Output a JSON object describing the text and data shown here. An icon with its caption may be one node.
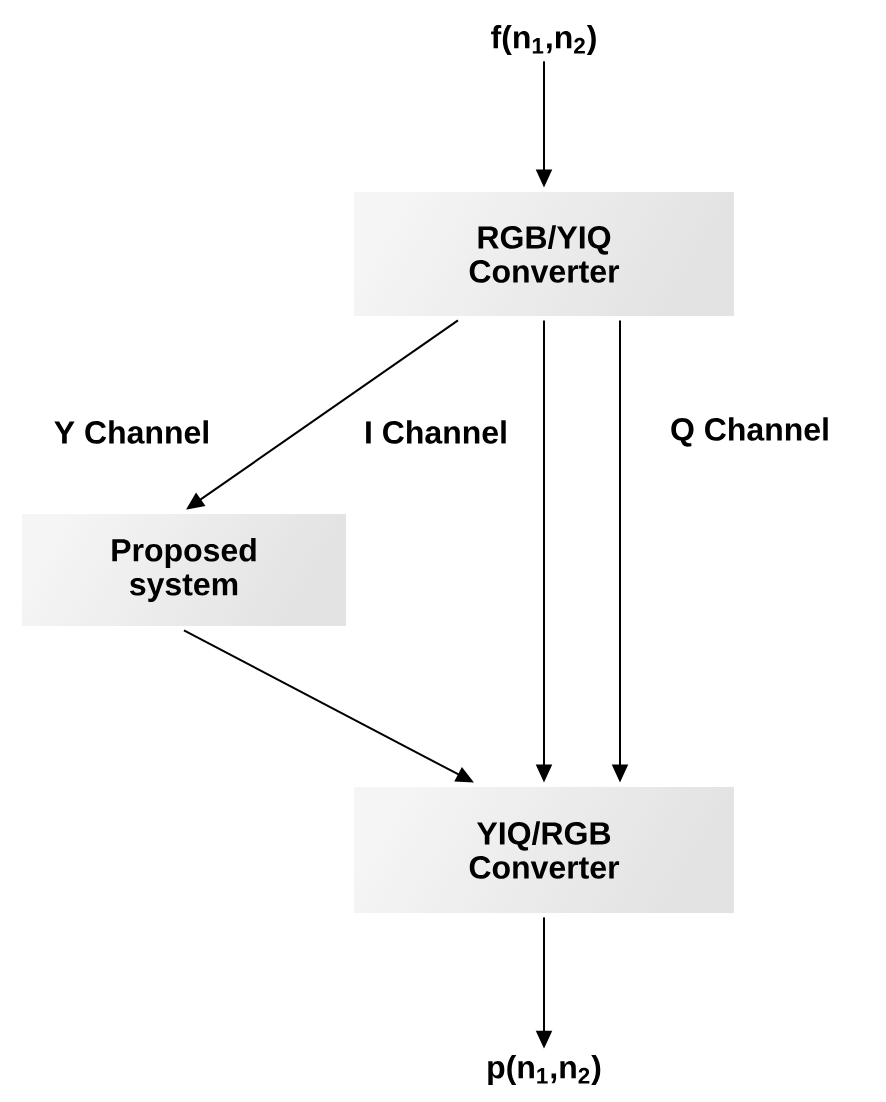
{
  "diagram": {
    "nodes": [
      {
        "text": [
          "f(n$_{1}$,n$_{2}$)"
        ]
      },
      {
        "text": [
          "RGB/YIQ Converter"
        ]
      },
      {
        "text": [
          "Proposed system"
        ]
      },
      {
        "text": [
          "YIQ/RGB Converter"
        ]
      },
      {
        "text": [
          "p(n$_{1}$,n$_{2}$)"
        ]
      }
    ],
    "edges": [
      {
        "from": 0,
        "to": 1,
        "arrow": "to"
      },
      {
        "from": 1,
        "to": 2,
        "arrow": "to",
        "label": "Y Channel"
      },
      {
        "from": 1,
        "to": 3,
        "arrow": "to",
        "label": "I Channel"
      },
      {
        "from": 1,
        "to": 3,
        "arrow": "to",
        "label": "Q Channel"
      },
      {
        "from": 2,
        "to": 3,
        "arrow": "to"
      },
      {
        "from": 3,
        "to": 4,
        "arrow": "to"
      }
    ]
  }
}
